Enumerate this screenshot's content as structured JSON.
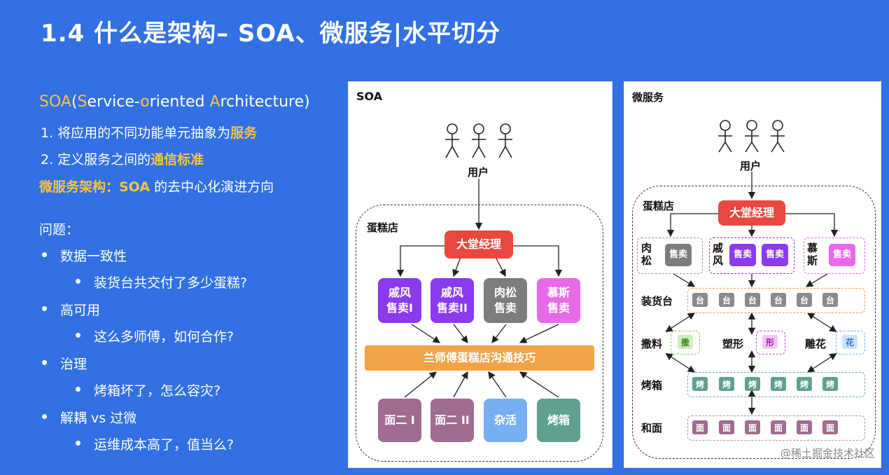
{
  "title": "1.4  什么是架构– SOA、微服务|水平切分",
  "left": {
    "soa_prefix": "SOA",
    "soa_open": "(",
    "soa_s": "S",
    "soa_ervice": "ervice-",
    "soa_o": "o",
    "soa_riented": "riented  ",
    "soa_a": "A",
    "soa_rchitecture": "rchitecture)",
    "item1_prefix": "1.   将应用的不同功能单元抽象为",
    "item1_hl": "服务",
    "item2_prefix": "2.   定义服务之间的",
    "item2_hl": "通信标准",
    "micro_hl": "微服务架构：SOA",
    "micro_rest": " 的去中心化演进方向",
    "problems": "问题：",
    "b1": "数据一致性",
    "b1s": "装货台共交付了多少蛋糕?",
    "b2": "高可用",
    "b2s": "这么多师傅，如何合作?",
    "b3": "治理",
    "b3s": "烤箱坏了，怎么容灾?",
    "b4": "解耦 vs 过微",
    "b4s": "运维成本高了，值当么?"
  },
  "soa": {
    "title": "SOA",
    "user": "用户",
    "store": "蛋糕店",
    "manager": "大堂经理",
    "sell1": "戚风\n售卖I",
    "sell2": "戚风\n售卖II",
    "sell3": "肉松\n售卖",
    "sell4": "慕斯\n售卖",
    "bus": "兰师傅蛋糕店沟通技巧",
    "w1": "面二 I",
    "w2": "面二 II",
    "w3": "杂活",
    "w4": "烤箱"
  },
  "micro": {
    "title": "微服务",
    "user": "用户",
    "store": "蛋糕店",
    "manager": "大堂经理",
    "rousong": "肉\n松",
    "qifeng": "戚\n风",
    "musi": "慕\n斯",
    "sell": "售卖",
    "row_zhuang": "装货台",
    "tai": "台",
    "row_sa": "撒料",
    "sa": "撒",
    "row_su": "塑形",
    "xing": "形",
    "row_diao": "雕花",
    "hua": "花",
    "row_kao": "烤箱",
    "kao": "烤",
    "row_mian": "和面",
    "mian": "面"
  },
  "watermark": "@稀土掘金技术社区"
}
